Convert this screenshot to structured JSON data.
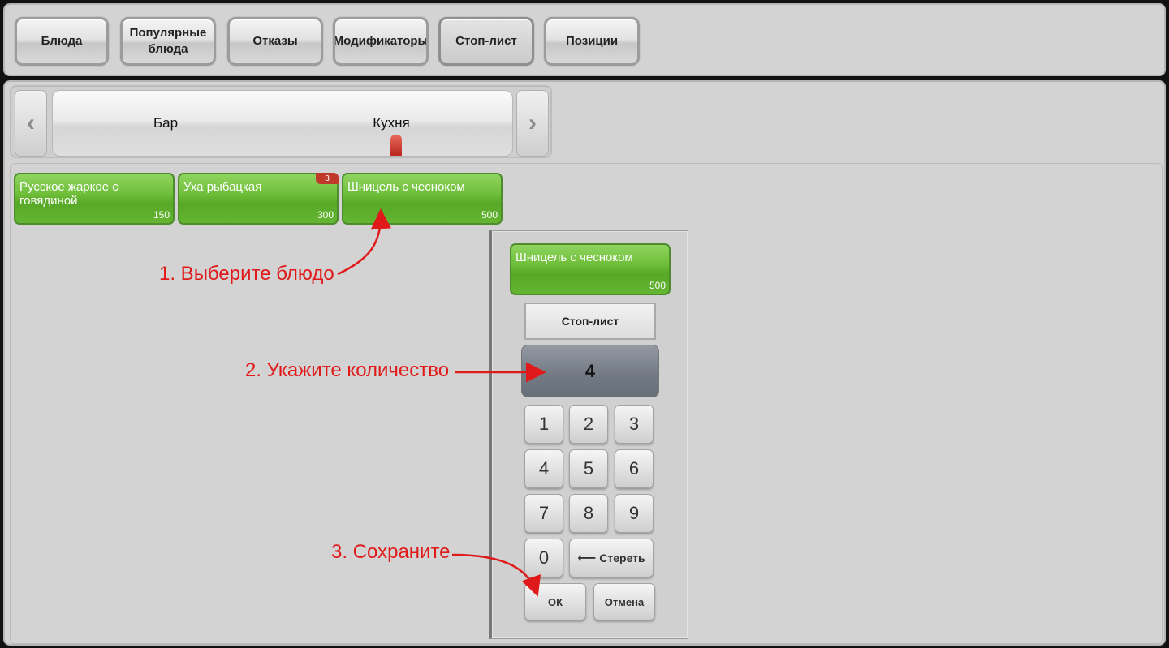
{
  "tabs": [
    {
      "label": "Блюда"
    },
    {
      "label": "Популярные\nблюда"
    },
    {
      "label": "Отказы"
    },
    {
      "label": "Модификаторы"
    },
    {
      "label": "Стоп-лист",
      "active": true
    },
    {
      "label": "Позиции"
    }
  ],
  "categories": {
    "prev_icon": "chevron-left-icon",
    "next_icon": "chevron-right-icon",
    "items": [
      {
        "label": "Бар"
      },
      {
        "label": "Кухня",
        "selected": true
      }
    ]
  },
  "dishes": [
    {
      "name": "Русское жаркое с говядиной",
      "price": "150"
    },
    {
      "name": "Уха рыбацкая",
      "price": "300",
      "badge": "3"
    },
    {
      "name": "Шницель с чесноком",
      "price": "500"
    }
  ],
  "dialog": {
    "dish": {
      "name": "Шницель с чесноком",
      "price": "500"
    },
    "title": "Стоп-лист",
    "quantity": "4",
    "keys": [
      "1",
      "2",
      "3",
      "4",
      "5",
      "6",
      "7",
      "8",
      "9",
      "0"
    ],
    "clear_label": "Стереть",
    "ok_label": "ОК",
    "cancel_label": "Отмена"
  },
  "annotations": {
    "step1": "1. Выберите блюдо",
    "step2": "2. Укажите количество",
    "step3": "3. Сохраните",
    "color": "#e01a1a"
  },
  "colors": {
    "dish_green": "#6fbf3a",
    "badge_red": "#c0392b",
    "panel_gray": "#d3d3d3"
  }
}
